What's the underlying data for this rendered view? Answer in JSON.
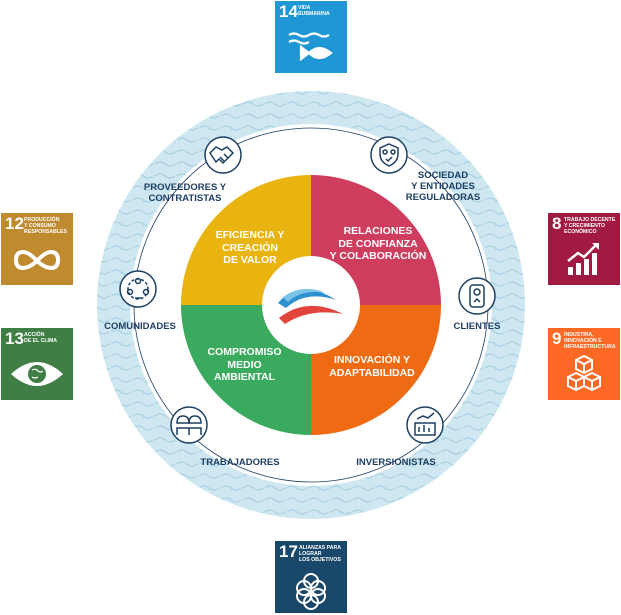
{
  "sdgs": [
    {
      "id": "sdg-14",
      "number": "14",
      "label_line1": "VIDA",
      "label_line2": "SUBMARINA",
      "label_line3": "",
      "color": "#1e97d4"
    },
    {
      "id": "sdg-12",
      "number": "12",
      "label_line1": "PRODUCCIÓN",
      "label_line2": "Y CONSUMO",
      "label_line3": "RESPONSABLES",
      "color": "#bf8b2e"
    },
    {
      "id": "sdg-13",
      "number": "13",
      "label_line1": "ACCIÓN",
      "label_line2": "DE EL CLIMA",
      "label_line3": "",
      "color": "#3f7e44"
    },
    {
      "id": "sdg-8",
      "number": "8",
      "label_line1": "TRABAJO DECENTE",
      "label_line2": "Y CRECIMIENTO",
      "label_line3": "ECONÓMICO",
      "color": "#a21942"
    },
    {
      "id": "sdg-9",
      "number": "9",
      "label_line1": "INDUSTRIA,",
      "label_line2": "INNOVACIÓN E",
      "label_line3": "INFRAESTRUCTURA",
      "color": "#fd6925"
    },
    {
      "id": "sdg-17",
      "number": "17",
      "label_line1": "ALIANZAS PARA",
      "label_line2": "LOGRAR",
      "label_line3": "LOS OBJETIVOS",
      "color": "#19486a"
    }
  ],
  "stakeholders": {
    "proveedores": {
      "line1": "PROVEEDORES Y",
      "line2": "CONTRATISTAS"
    },
    "sociedad": {
      "line1": "SOCIEDAD",
      "line2": "Y ENTIDADES",
      "line3": "REGULADORAS"
    },
    "comunidades": {
      "line1": "COMUNIDADES"
    },
    "clientes": {
      "line1": "CLIENTES"
    },
    "trabajadores": {
      "line1": "TRABAJADORES"
    },
    "inversionistas": {
      "line1": "INVERSIONISTAS"
    }
  },
  "quadrants": {
    "eficiencia": {
      "line1": "EFICIENCIA Y",
      "line2": "CREACIÓN",
      "line3": "DE VALOR",
      "color": "#e9b310"
    },
    "relaciones": {
      "line1": "RELACIONES",
      "line2": "DE CONFIANZA",
      "line3": "Y COLABORACIÓN",
      "color": "#cf3d5e"
    },
    "compromiso": {
      "line1": "COMPROMISO",
      "line2": "MEDIO",
      "line3": "AMBIENTAL",
      "color": "#3aaa5e"
    },
    "innovacion": {
      "line1": "INNOVACIÓN Y",
      "line2": "ADAPTABILIDAD",
      "color": "#ee6b14"
    }
  },
  "colors": {
    "outer_ring": "#cfe7f1",
    "wave": "#a9d2e3",
    "stakeholder_text": "#1d3f63",
    "icon_stroke": "#1d3f63",
    "logo_blue": "#2c8fd0",
    "logo_red": "#e0443b"
  },
  "icons": [
    "handshake-icon",
    "shield-people-icon",
    "community-network-icon",
    "customer-badge-icon",
    "workers-icon",
    "investment-chart-icon",
    "fish-icon",
    "infinity-icon",
    "eye-globe-icon",
    "growth-chart-icon",
    "cubes-icon",
    "rings-icon",
    "company-logo-icon"
  ]
}
